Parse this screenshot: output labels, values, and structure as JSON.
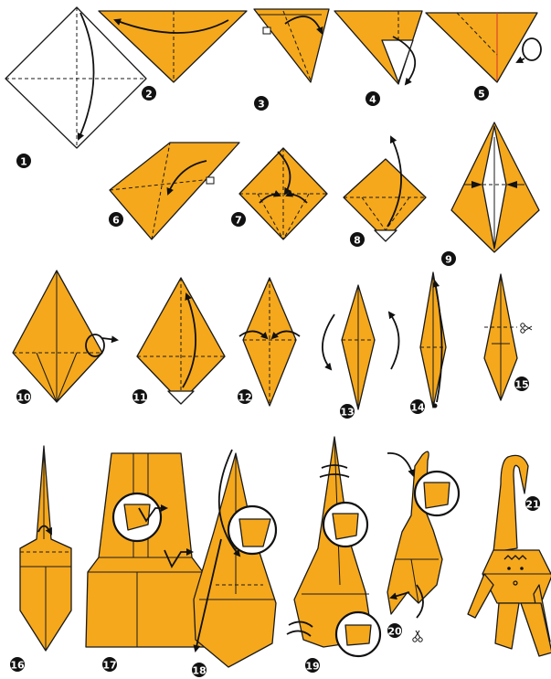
{
  "steps": [
    {
      "label": "1"
    },
    {
      "label": "2"
    },
    {
      "label": "3"
    },
    {
      "label": "4"
    },
    {
      "label": "5"
    },
    {
      "label": "6"
    },
    {
      "label": "7"
    },
    {
      "label": "8"
    },
    {
      "label": "9"
    },
    {
      "label": "10"
    },
    {
      "label": "11"
    },
    {
      "label": "12"
    },
    {
      "label": "13"
    },
    {
      "label": "14"
    },
    {
      "label": "15"
    },
    {
      "label": "16"
    },
    {
      "label": "17"
    },
    {
      "label": "18"
    },
    {
      "label": "19"
    },
    {
      "label": "20"
    },
    {
      "label": "21"
    }
  ],
  "colors": {
    "paper": "#f5a81c",
    "paper_back": "#ffffff",
    "lines": "#1a1a1a",
    "fold_accent": "#d8322b",
    "badge": "#111111"
  },
  "icons": [
    "scissors-icon",
    "fold-arrow-icon",
    "push-arrow-icon",
    "turn-over-icon",
    "zoom-detail-icon"
  ]
}
